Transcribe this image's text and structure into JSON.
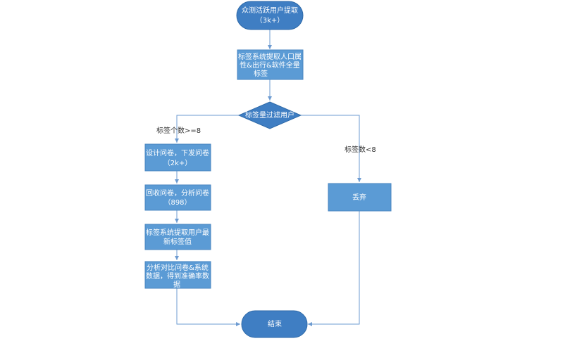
{
  "nodes": {
    "start": {
      "line1": "众测活跃用户提取",
      "line2": "（3k+）"
    },
    "label_extract": {
      "line1": "标签系统提取人口属",
      "line2": "性&出行&软件全量",
      "line3": "标签"
    },
    "filter": {
      "label": "标签量过滤用户"
    },
    "design": {
      "line1": "设计问卷，下发问卷",
      "line2": "（2k+）"
    },
    "collect": {
      "line1": "回收问卷，分析问卷",
      "line2": "（898）"
    },
    "latest": {
      "line1": "标签系统提取用户最",
      "line2": "新标签值"
    },
    "analyze": {
      "line1": "分析对比问卷&系统",
      "line2": "数据，得到准确率数",
      "line3": "据"
    },
    "discard": {
      "label": "丢弃"
    },
    "end": {
      "label": "结束"
    }
  },
  "edge_labels": {
    "left": "标签个数>=8",
    "right": "标签数<8"
  },
  "colors": {
    "node_fill": "#5b9bd5",
    "terminal_fill": "#3f7ec3",
    "edge": "#6d9bd1"
  }
}
